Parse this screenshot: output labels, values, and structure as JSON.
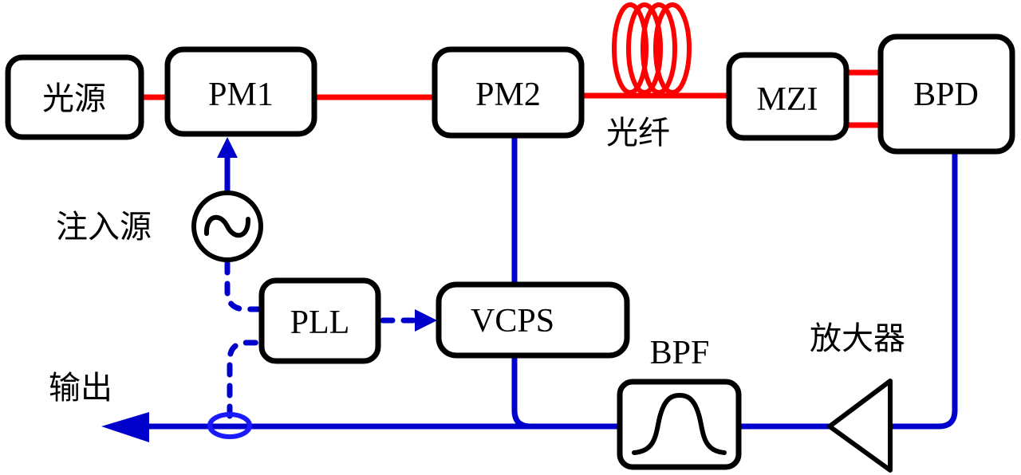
{
  "diagram": {
    "colors": {
      "optical_path": "#ff0000",
      "electrical_path": "#0000cc",
      "block_outline": "#000000",
      "coupler": "#1a1aff"
    },
    "blocks": {
      "light_source": "光源",
      "pm1": "PM1",
      "pm2": "PM2",
      "mzi": "MZI",
      "bpd": "BPD",
      "pll": "PLL",
      "vcps": "VCPS",
      "bpf": "BPF"
    },
    "labels": {
      "fiber": "光纤",
      "injection_source": "注入源",
      "amplifier": "放大器",
      "output": "输出"
    },
    "icons": {
      "fiber_spool": "fiber-coil-icon",
      "signal_source": "sine-source-icon",
      "amplifier": "triangle-amplifier-icon",
      "filter": "bandpass-curve-icon",
      "coupler": "coupler-ellipse-icon"
    }
  }
}
